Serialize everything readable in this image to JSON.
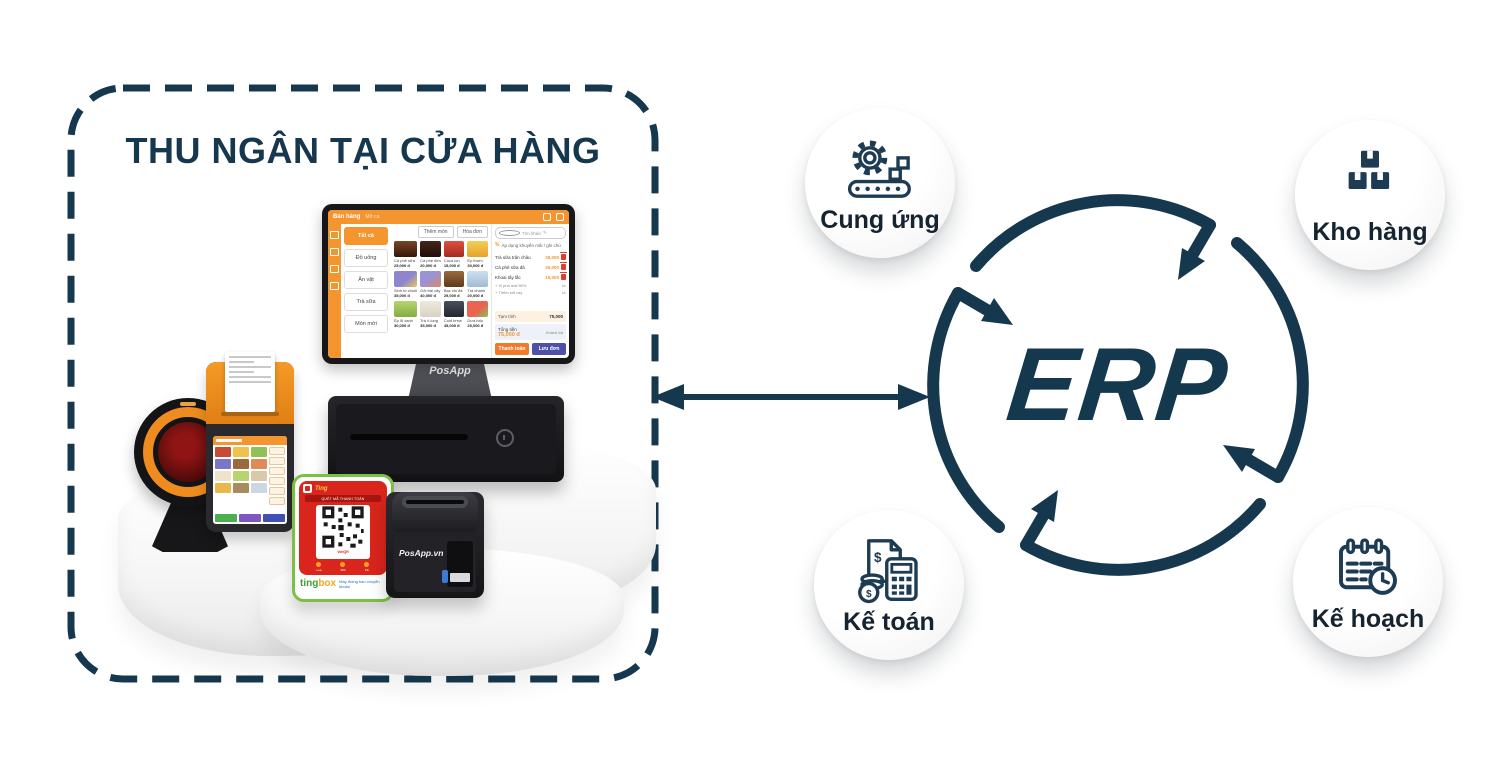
{
  "title_box": {
    "title": "THU NGÂN TẠI CỬA HÀNG"
  },
  "erp": {
    "label": "ERP"
  },
  "modules": {
    "supply": {
      "label": "Cung ứng"
    },
    "warehouse": {
      "label": "Kho hàng"
    },
    "accounting": {
      "label": "Kế toán"
    },
    "planning": {
      "label": "Kế hoạch"
    }
  },
  "colors": {
    "navy": "#16384e",
    "orange": "#f5952f",
    "red": "#d9251c",
    "green": "#7ac143",
    "indigo": "#4d51a8"
  },
  "pos_screen": {
    "topbar": {
      "title": "Bán hàng",
      "menu": "Mở ca"
    },
    "actions": {
      "add_item": "Thêm món",
      "invoice": "Hóa đơn"
    },
    "categories": [
      "Tất cả",
      "Đồ uống",
      "Ăn vặt",
      "Trà sữa",
      "Món mới"
    ],
    "products": [
      {
        "name": "Cà phê sữa",
        "price": "25,000 đ"
      },
      {
        "name": "Cà phê đen",
        "price": "20,000 đ"
      },
      {
        "name": "Coca lon",
        "price": "15,000 đ"
      },
      {
        "name": "Ép thơm",
        "price": "30,000 đ"
      },
      {
        "name": "Sinh tố chuối",
        "price": "35,000 đ"
      },
      {
        "name": "Gỏi trái cây",
        "price": "40,000 đ"
      },
      {
        "name": "Bạc xỉu đá",
        "price": "29,000 đ"
      },
      {
        "name": "Trà chanh",
        "price": "20,000 đ"
      },
      {
        "name": "Ép ổi xanh",
        "price": "30,000 đ"
      },
      {
        "name": "Trà ô long",
        "price": "35,000 đ"
      },
      {
        "name": "Cold brew",
        "price": "45,000 đ"
      },
      {
        "name": "Dưa hấu",
        "price": "25,000 đ"
      }
    ],
    "order": {
      "search_placeholder": "Tìm khách hàng (F4)",
      "note": "Áp dụng khuyến mãi / ghi chú",
      "items": [
        {
          "name": "Trà sữa trân châu",
          "price": "35,000"
        },
        {
          "name": "Cà phê sữa đá",
          "price": "25,000"
        },
        {
          "name": "Khoai tây lắc",
          "price": "15,000"
        }
      ],
      "modifiers": [
        {
          "label": "+ Vị phô mai 50%",
          "qty": "x1"
        },
        {
          "label": "+ Thêm sốt cay",
          "qty": "x1"
        }
      ],
      "subtotal_label": "Tạm tính",
      "subtotal_value": "75,000",
      "total_label": "Tổng tiền",
      "total_value": "75,000 đ",
      "customer_paid": "Khách trả",
      "pay_button": "Thanh toán",
      "save_button": "Lưu đơn"
    }
  },
  "devices": {
    "monitor_brand": "PosApp",
    "printer_brand": "PosApp.vn",
    "qr_box": {
      "header_brand": "Ting",
      "banner": "QUÉT MÃ THANH TOÁN",
      "qr_caption": "VietQR",
      "dots": [
        "Loa",
        "Wifi",
        "Pin"
      ],
      "brand_ting": "ting",
      "brand_box": "box",
      "note": "Máy thông báo chuyển khoản"
    }
  }
}
